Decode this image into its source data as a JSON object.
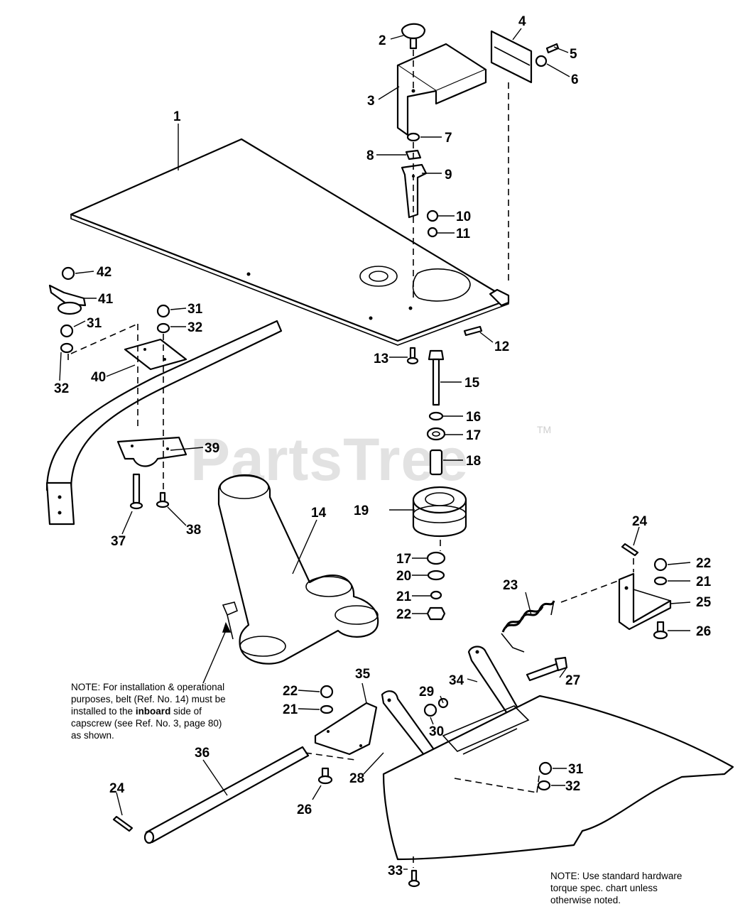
{
  "watermark": {
    "text": "PartsTree",
    "tm": "TM"
  },
  "notes": {
    "install": {
      "lines": [
        "NOTE: For installation & operational",
        "purposes, belt (Ref. No. 14) must be",
        "installed to the ",
        "capscrew (see Ref. No. 3, page 80)",
        "as shown."
      ],
      "bold_word": "inboard",
      "line3_suffix": " side of"
    },
    "torque": {
      "lines": [
        "NOTE: Use standard hardware",
        "torque spec. chart unless",
        "otherwise noted."
      ]
    }
  },
  "callouts": {
    "c1": "1",
    "c2": "2",
    "c3": "3",
    "c4": "4",
    "c5": "5",
    "c6": "6",
    "c7": "7",
    "c8": "8",
    "c9": "9",
    "c10": "10",
    "c11": "11",
    "c12": "12",
    "c13": "13",
    "c14": "14",
    "c15": "15",
    "c16": "16",
    "c17a": "17",
    "c17b": "17",
    "c18": "18",
    "c19": "19",
    "c20": "20",
    "c21a": "21",
    "c21b": "21",
    "c21c": "21",
    "c22a": "22",
    "c22b": "22",
    "c22c": "22",
    "c23": "23",
    "c24a": "24",
    "c24b": "24",
    "c25": "25",
    "c26a": "26",
    "c26b": "26",
    "c27": "27",
    "c28": "28",
    "c29": "29",
    "c30": "30",
    "c31a": "31",
    "c31b": "31",
    "c31c": "31",
    "c32a": "32",
    "c32b": "32",
    "c32c": "32",
    "c33": "33",
    "c34": "34",
    "c35": "35",
    "c36": "36",
    "c37": "37",
    "c38": "38",
    "c39": "39",
    "c40": "40",
    "c41": "41",
    "c42": "42"
  }
}
